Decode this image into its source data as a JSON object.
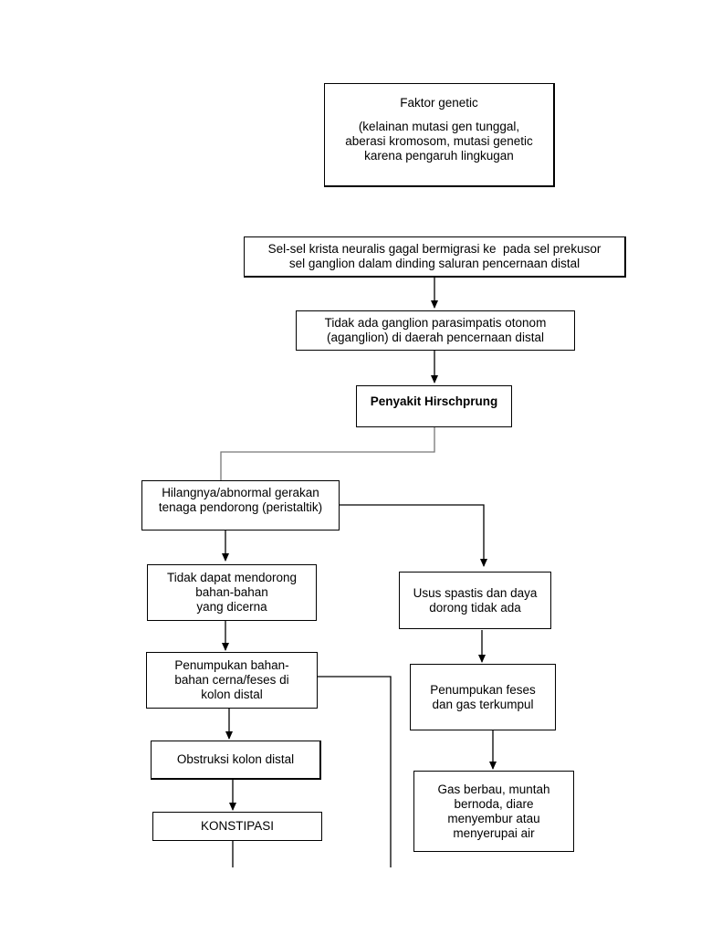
{
  "nodes": {
    "genetic": {
      "title": "Faktor genetic",
      "detail": [
        "(kelainan mutasi gen tunggal,",
        "aberasi kromosom, mutasi genetic",
        "karena pengaruh lingkugan"
      ]
    },
    "crest": {
      "lines": [
        "Sel-sel krista neuralis gagal bermigrasi ke  pada sel prekusor",
        "sel ganglion dalam dinding saluran pencernaan distal"
      ]
    },
    "aganglion": {
      "lines": [
        "Tidak ada ganglion parasimpatis otonom",
        "(aganglion) di daerah pencernaan distal"
      ]
    },
    "hirschsprung": {
      "label": "Penyakit Hirschprung"
    },
    "peristaltic": {
      "lines": [
        "Hilangnya/abnormal gerakan",
        "tenaga pendorong (peristaltik)"
      ]
    },
    "cannot_push": {
      "lines": [
        "Tidak dapat mendorong",
        "bahan-bahan",
        "yang dicerna"
      ]
    },
    "accumulation": {
      "lines": [
        "Penumpukan bahan-",
        "bahan cerna/feses di",
        "kolon distal"
      ]
    },
    "obstruction": {
      "label": "Obstruksi kolon distal"
    },
    "constipation": {
      "label": "KONSTIPASI"
    },
    "spastic": {
      "lines": [
        "Usus spastis dan daya",
        "dorong tidak ada"
      ]
    },
    "feces_gas": {
      "lines": [
        "Penumpukan feses",
        "dan gas terkumpul"
      ]
    },
    "symptoms": {
      "lines": [
        "Gas berbau, muntah",
        "bernoda, diare",
        "menyembur atau",
        "menyerupai air"
      ]
    }
  }
}
